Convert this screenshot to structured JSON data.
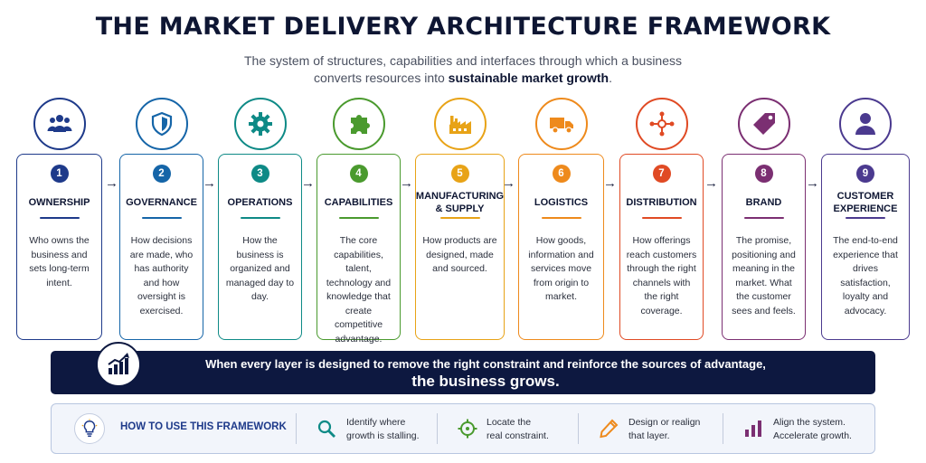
{
  "title": "THE MARKET DELIVERY ARCHITECTURE FRAMEWORK",
  "subtitle_line1": "The system of structures, capabilities and interfaces through which a business",
  "subtitle_line2_pre": "converts resources into ",
  "subtitle_line2_bold": "sustainable market growth",
  "subtitle_line2_post": ".",
  "arrow_glyph": "→",
  "layers": [
    {
      "num": "1",
      "title": "OWNERSHIP",
      "desc": "Who owns the business and sets long-term intent.",
      "color": "#1e3a8a",
      "icon": "people-icon"
    },
    {
      "num": "2",
      "title": "GOVERNANCE",
      "desc": "How decisions are made, who has authority and how oversight is exercised.",
      "color": "#1565a8",
      "icon": "shield-icon"
    },
    {
      "num": "3",
      "title": "OPERATIONS",
      "desc": "How the business is organized and managed day to day.",
      "color": "#0e8a86",
      "icon": "gear-icon"
    },
    {
      "num": "4",
      "title": "CAPABILITIES",
      "desc": "The core capabilities, talent, technology and knowledge that create competitive advantage.",
      "color": "#4a9a2e",
      "icon": "puzzle-icon"
    },
    {
      "num": "5",
      "title": "MANUFACTURING & SUPPLY",
      "desc": "How products are designed, made and sourced.",
      "color": "#e8a317",
      "icon": "factory-icon"
    },
    {
      "num": "6",
      "title": "LOGISTICS",
      "desc": "How goods, information and services move from origin to market.",
      "color": "#ee8a1c",
      "icon": "truck-icon"
    },
    {
      "num": "7",
      "title": "DISTRIBUTION",
      "desc": "How offerings reach customers through the right channels with the right coverage.",
      "color": "#e04a24",
      "icon": "network-icon"
    },
    {
      "num": "8",
      "title": "BRAND",
      "desc": "The promise, positioning and meaning in the market. What the customer sees and feels.",
      "color": "#7b2f72",
      "icon": "tag-icon"
    },
    {
      "num": "9",
      "title": "CUSTOMER EXPERIENCE",
      "desc": "The end-to-end experience that drives satisfaction, loyalty and advocacy.",
      "color": "#4b3a8f",
      "icon": "person-icon"
    }
  ],
  "banner": {
    "line1": "When every layer is designed to remove the right constraint and reinforce the sources of advantage,",
    "line2": "the business grows.",
    "icon": "growth-chart-icon"
  },
  "howto": {
    "title": "HOW TO USE THIS FRAMEWORK",
    "icon": "lightbulb-icon",
    "steps": [
      {
        "line1": "Identify where",
        "line2": "growth is stalling.",
        "icon": "magnifier-icon",
        "color": "#0e8a86"
      },
      {
        "line1": "Locate the",
        "line2": "real constraint.",
        "icon": "crosshair-icon",
        "color": "#4a9a2e"
      },
      {
        "line1": "Design or realign",
        "line2": "that layer.",
        "icon": "pencil-icon",
        "color": "#ee8a1c"
      },
      {
        "line1": "Align the system.",
        "line2": "Accelerate growth.",
        "icon": "bar-chart-icon",
        "color": "#7b2f72"
      }
    ]
  }
}
